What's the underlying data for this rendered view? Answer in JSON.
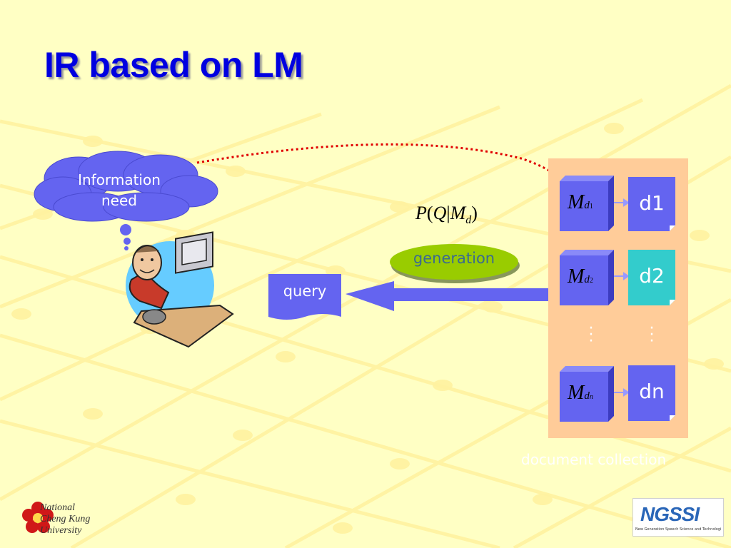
{
  "title": "IR based on LM",
  "information_need": {
    "line1": "Information",
    "line2": "need"
  },
  "query_label": "query",
  "generation_label": "generation",
  "formula": {
    "p": "P",
    "q": "Q",
    "bar": "|",
    "m": "M",
    "sub": "d"
  },
  "models": [
    {
      "m": "M",
      "d": "d",
      "sub": "1"
    },
    {
      "m": "M",
      "d": "d",
      "sub": "2"
    },
    {
      "m": "M",
      "d": "d",
      "sub": "n"
    }
  ],
  "documents": [
    "d1",
    "d2",
    "dn"
  ],
  "collection_label": "document collection",
  "logo_left": {
    "line1": "National",
    "line2": "Cheng Kung",
    "line3": "University"
  },
  "logo_right": {
    "name": "NGSSI",
    "subtitle": "New Generation Speech Science and Technologies"
  },
  "colors": {
    "title": "#0000e0",
    "box": "#6464f0",
    "highlight_doc": "#33cccc",
    "panel": "#ffcc99",
    "generation_pill": "#99cc00",
    "dotted_line": "#e00000",
    "background": "#ffffc4"
  },
  "icons": [
    "thinking-person-at-computer",
    "ncku-flower-emblem"
  ]
}
